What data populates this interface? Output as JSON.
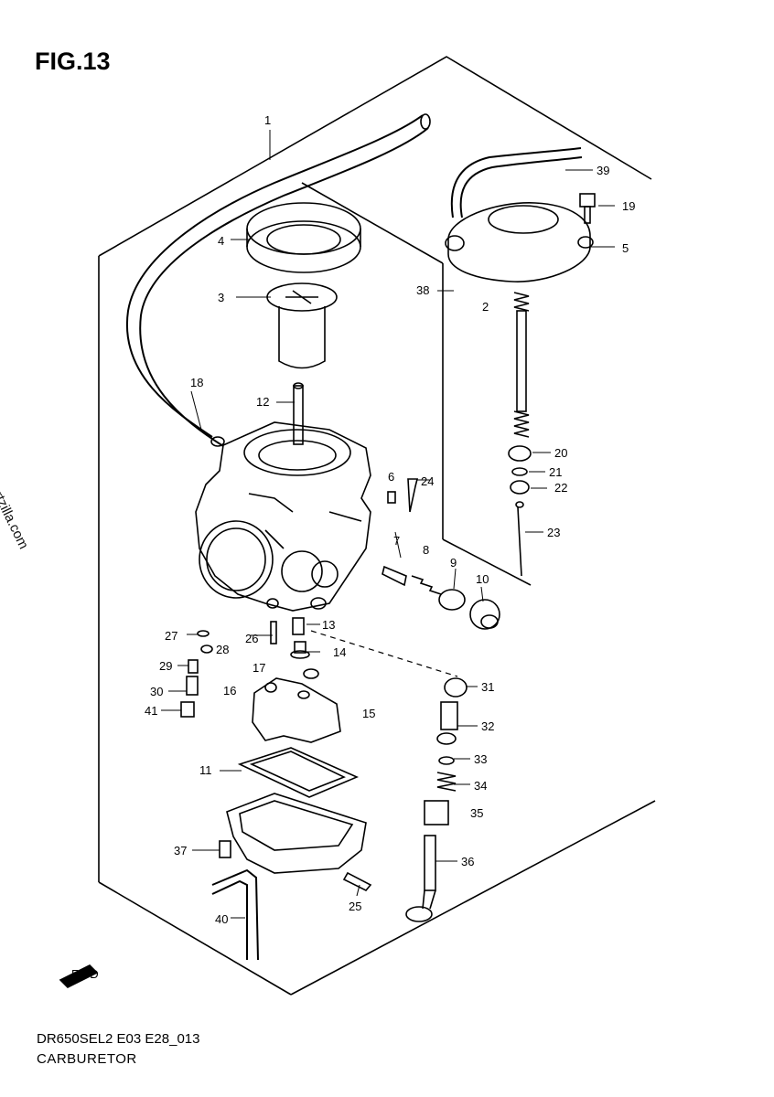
{
  "figure": {
    "title": "FIG.13",
    "code": "DR650SEL2 E03 E28_013",
    "name": "CARBURETOR",
    "watermark": "© Partzilla.com",
    "front_badge": "FWD"
  },
  "callouts": [
    "1",
    "2",
    "3",
    "4",
    "5",
    "6",
    "7",
    "8",
    "9",
    "10",
    "11",
    "12",
    "13",
    "14",
    "15",
    "16",
    "17",
    "18",
    "19",
    "20",
    "21",
    "22",
    "23",
    "24",
    "25",
    "26",
    "27",
    "28",
    "29",
    "30",
    "31",
    "32",
    "33",
    "34",
    "35",
    "36",
    "37",
    "38",
    "39",
    "40",
    "41"
  ],
  "colors": {
    "line": "#000000",
    "background": "#ffffff"
  }
}
